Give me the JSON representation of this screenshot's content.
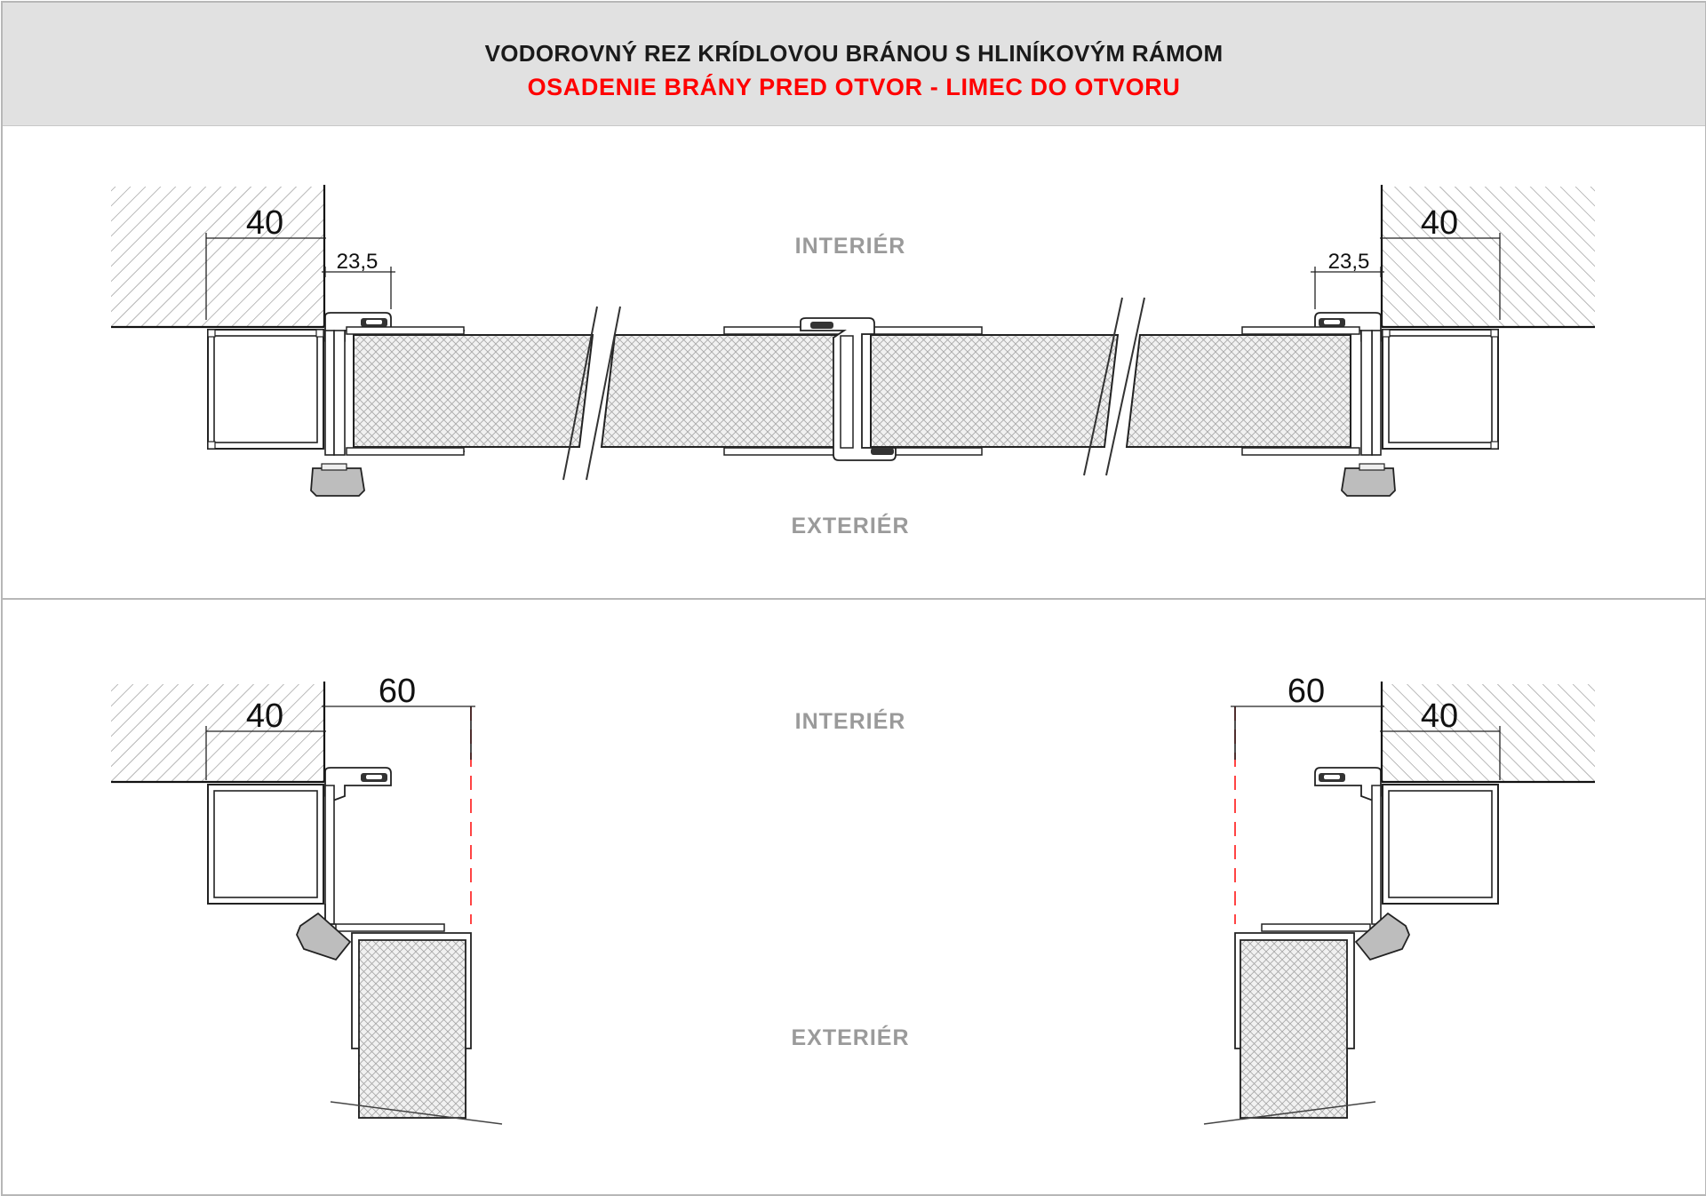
{
  "header": {
    "title": "VODOROVNÝ REZ KRÍDLOVOU BRÁNOU S HLINÍKOVÝM RÁMOM",
    "subtitle": "OSADENIE BRÁNY PRED OTVOR - LIMEC DO OTVORU"
  },
  "colors": {
    "title": "#1a1a1a",
    "subtitle": "#ff0000",
    "label": "#9a9a9a",
    "header_bg": "#e1e1e1",
    "opening_line": "#ff3030"
  },
  "section_top": {
    "interior_label": "INTERIÉR",
    "exterior_label": "EXTERIÉR",
    "dim_wall_left": "40",
    "dim_wall_right": "40",
    "dim_gap_left": "23,5",
    "dim_gap_right": "23,5"
  },
  "section_bottom": {
    "interior_label": "INTERIÉR",
    "exterior_label": "EXTERIÉR",
    "dim_wall_left": "40",
    "dim_wall_right": "40",
    "dim_open_left": "60",
    "dim_open_right": "60"
  }
}
